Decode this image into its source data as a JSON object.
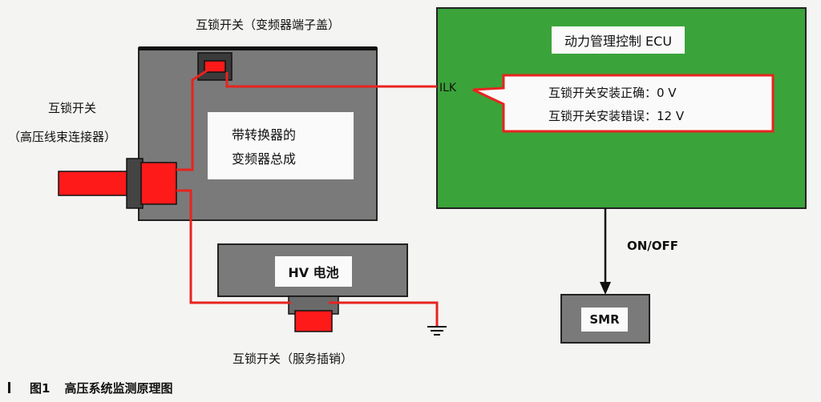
{
  "labels": {
    "top_interlock": "互锁开关（变频器端子盖）",
    "left_interlock_line1": "互锁开关",
    "left_interlock_line2": "（高压线束连接器）",
    "bottom_interlock": "互锁开关（服务插销）",
    "ilk": "ILK",
    "on_off": "ON/OFF"
  },
  "ecu": {
    "title": "动力管理控制 ECU",
    "status_correct": "互锁开关安装正确：0 V",
    "status_wrong": "互锁开关安装错误：12 V"
  },
  "inverter": {
    "line1": "带转换器的",
    "line2": "变频器总成"
  },
  "battery": {
    "label": "HV 电池"
  },
  "smr": {
    "label": "SMR"
  },
  "caption": {
    "number": "图1",
    "text": "高压系统监测原理图"
  },
  "colors": {
    "ecu_green": "#3aa33a",
    "wire_red": "#e8231f",
    "box_gray": "#7a7a7a",
    "connector_red": "#ff1a1a"
  }
}
